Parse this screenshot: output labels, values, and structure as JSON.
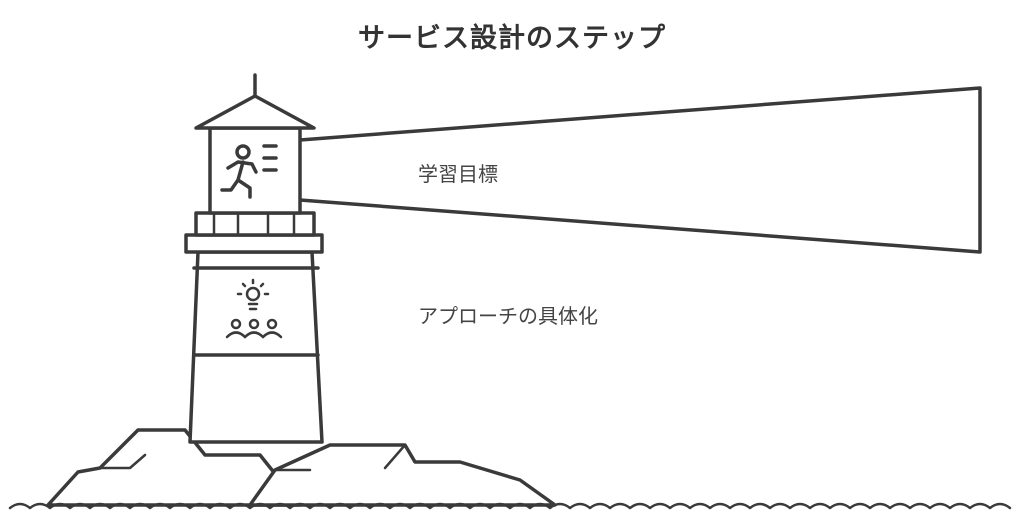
{
  "title": "サービス設計のステップ",
  "steps": [
    {
      "label": "学習目標",
      "icon": "running-person-icon"
    },
    {
      "label": "アプローチの具体化",
      "icon": "lightbulb-team-icon"
    }
  ],
  "colors": {
    "stroke": "#3a3a3a",
    "background": "#ffffff",
    "text": "#444444"
  }
}
